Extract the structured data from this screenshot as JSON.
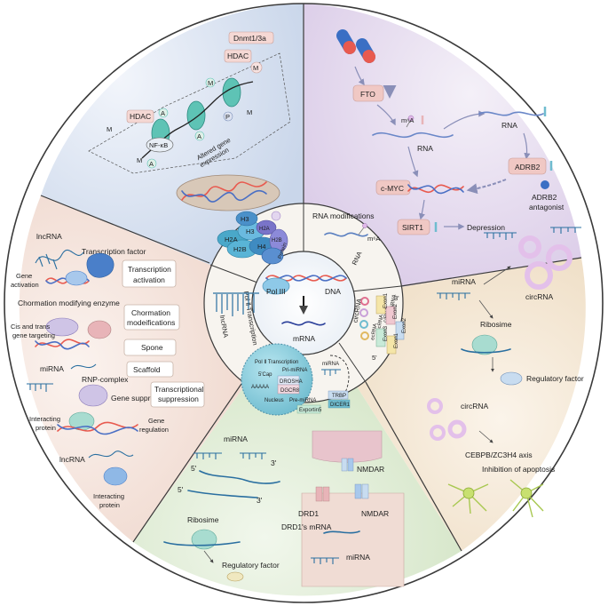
{
  "epigenetics": {
    "dnmt": "Dnmt1/3a",
    "hdac_1": "HDAC",
    "hdac_2": "HDAC",
    "methyl": "M",
    "acetyl": "A",
    "phospho": "P",
    "nfkb": "NF-κB",
    "altered_1": "Altered gene",
    "altered_2": "expression"
  },
  "histone": {
    "h3a": "H3",
    "h3b": "H3",
    "h2a_top": "H2A",
    "h2a": "H2A",
    "h4": "H4",
    "h2b_a": "H2B",
    "h2b_b": "H2B",
    "protein": "Protein"
  },
  "center": {
    "pol3": "Pol III",
    "dna": "DNA",
    "mrna": "mRNA",
    "rna_mod": "RNA modifications",
    "m6a": "m⁶A",
    "rna": "RNA",
    "pol2_label": "Pol Ⅱ Transcription",
    "lncrna": "lncRNA",
    "circrna": "circRNA",
    "circ_types": [
      "ecRNA",
      "ecRNA",
      "ciRNA",
      "eiciRNA"
    ],
    "exons": [
      "Exon1",
      "Exon2",
      "Exon3",
      "Exon1",
      "Exon2"
    ],
    "five_prime": "5'",
    "three_prime": "3'",
    "mirna_parts": {
      "pol2": "Pol Ⅱ Transcription",
      "pri": "Pri-miRNA",
      "drosha": "DROSHA",
      "dgcr8": "DGCR8",
      "polya": "AAAAA",
      "cap": "5'Cap",
      "nucleus": "Nucleus",
      "pre": "Pre-miRNA",
      "exportin": "Exportin5",
      "mirna": "miRNA",
      "trbp": "TRBP",
      "dicer": "DICER1"
    }
  },
  "fto": {
    "fto": "FTO",
    "m6a": "m⁶A",
    "rna_1": "RNA",
    "rna_2": "RNA",
    "cmyc": "c-MYC",
    "adrb2": "ADRB2",
    "antagonist_1": "ADRB2",
    "antagonist_2": "antagonist",
    "sirt1": "SIRT1",
    "depression": "Depression"
  },
  "lnc_panel": {
    "lncrna_top": "lncRNA",
    "tf": "Transcription factor",
    "gene_act_1": "Gene",
    "gene_act_2": "activation",
    "chrom_enzyme": "Chormation modifying enzyme",
    "cis_1": "Cis and trans",
    "cis_2": "gene targeting",
    "mirna": "miRNA",
    "rnp": "RNP-complex",
    "gene_supp": "Gene  suppression",
    "int_1": "Interacting",
    "int_2": "protein",
    "gene_reg_1": "Gene",
    "gene_reg_2": "regulation",
    "lncrna_bot": "lncRNA",
    "int_b1": "Interacting",
    "int_b2": "protein"
  },
  "mechanism_boxes": {
    "transcription_activation_1": "Transcription",
    "transcription_activation_2": "activation",
    "chromatin_mod_1": "Chormation",
    "chromatin_mod_2": "modeifications",
    "sponge": "Spone",
    "scaffold": "Scaffold",
    "transcriptional_supp_1": "Transcriptional",
    "transcriptional_supp_2": "suppression"
  },
  "circ_panel": {
    "mirna": "miRNA",
    "circrna_1": "circRNA",
    "ribosome": "Ribosime",
    "reg_factor": "Regulatory factor",
    "circrna_2": "circRNA",
    "axis": "CEBPB/ZC3H4 axis",
    "apoptosis": "Inhibition of apoptosis"
  },
  "mirna_panel": {
    "mirna": "miRNA",
    "five": "5'",
    "three_a": "3'",
    "three_b": "3'",
    "ribosome": "Ribosime",
    "reg_factor": "Regulatory factor",
    "nmdar_1": "NMDAR",
    "nmdar_2": "NMDAR",
    "drd1": "DRD1",
    "drd1_mrna": "DRD1's mRNA",
    "mirna_2": "miRNA"
  },
  "colors": {
    "ring_stroke": "#3a3a3a",
    "sector_epigenetic": "#dde6f3",
    "sector_fto": "#e6def0",
    "sector_lnc": "#f6e6df",
    "sector_circ": "#f5ead9",
    "sector_mirna": "#e4efdc",
    "teal": "#5ec3b5",
    "purple": "#c9a0d8",
    "pink": "#e8b4b8"
  }
}
